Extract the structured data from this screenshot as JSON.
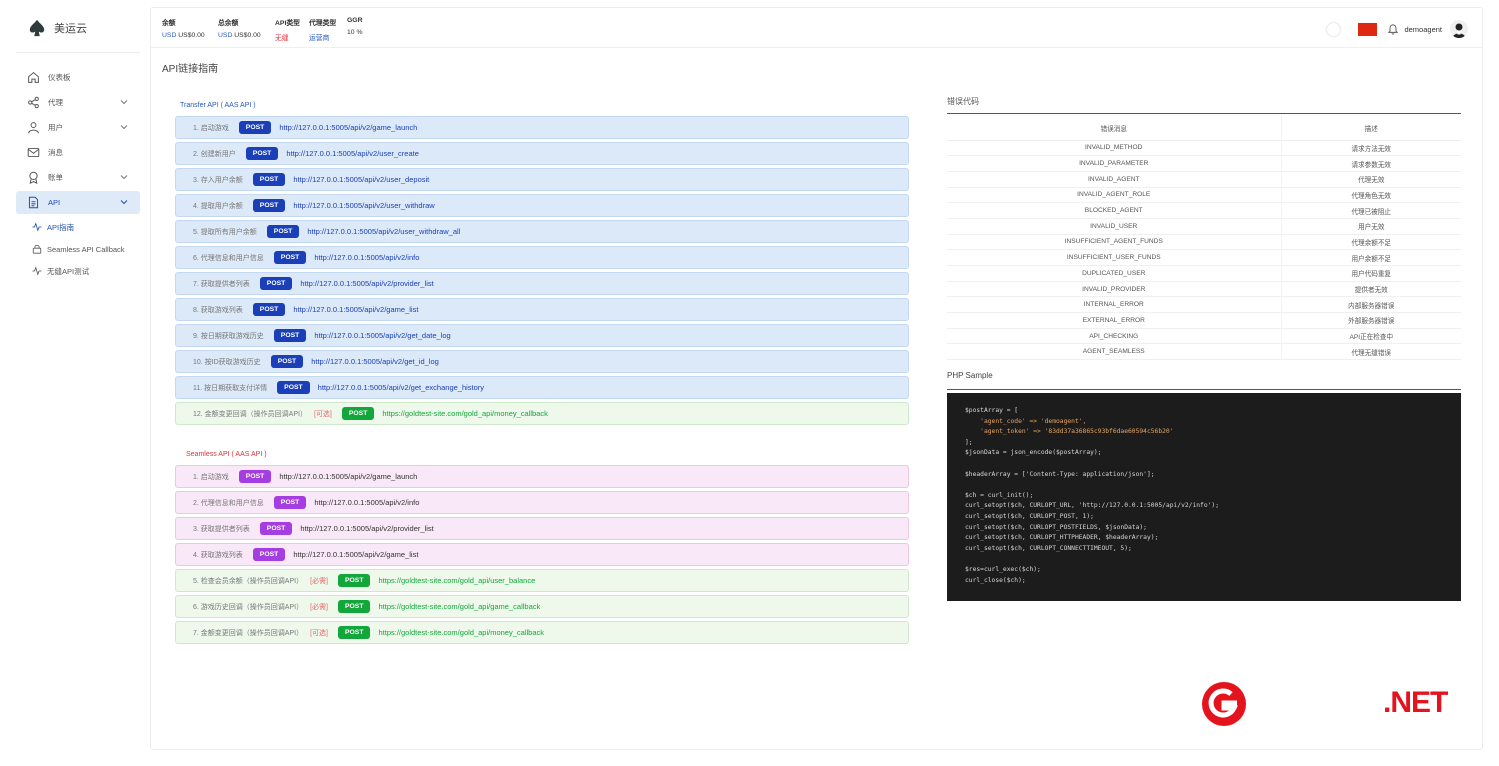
{
  "brand": {
    "name": "美运云"
  },
  "sidebar": {
    "items": [
      {
        "label": "仪表板",
        "icon": "home-icon"
      },
      {
        "label": "代理",
        "icon": "share-icon"
      },
      {
        "label": "用户",
        "icon": "user-icon"
      },
      {
        "label": "消息",
        "icon": "mail-icon"
      },
      {
        "label": "账单",
        "icon": "award-icon"
      },
      {
        "label": "API",
        "icon": "document-icon"
      }
    ],
    "sub_items": [
      {
        "label": "API指南",
        "icon": "activity-icon"
      },
      {
        "label": "Seamless API Callback",
        "icon": "lock-icon"
      },
      {
        "label": "无缝API测试",
        "icon": "activity-icon"
      }
    ]
  },
  "topbar": {
    "balance_label": "余额",
    "balance_currency": "USD",
    "balance_value": "US$0.00",
    "total_label": "总余额",
    "total_currency": "USD",
    "total_value": "US$0.00",
    "api_type_label": "API类型",
    "api_type_value": "无缝",
    "agent_type_label": "代理类型",
    "agent_type_value": "运营商",
    "ggr_label": "GGR",
    "ggr_value": "10 %",
    "username": "demoagent"
  },
  "page": {
    "title": "API链接指南"
  },
  "transfer": {
    "title": "Transfer API ( AAS API )",
    "rows": [
      {
        "label": "1. 启动游戏",
        "method": "POST",
        "url": "http://127.0.0.1:5005/api/v2/game_launch"
      },
      {
        "label": "2. 创建新用户",
        "method": "POST",
        "url": "http://127.0.0.1:5005/api/v2/user_create"
      },
      {
        "label": "3. 存入用户余额",
        "method": "POST",
        "url": "http://127.0.0.1:5005/api/v2/user_deposit"
      },
      {
        "label": "4. 提取用户余额",
        "method": "POST",
        "url": "http://127.0.0.1:5005/api/v2/user_withdraw"
      },
      {
        "label": "5. 提取所有用户余额",
        "method": "POST",
        "url": "http://127.0.0.1:5005/api/v2/user_withdraw_all"
      },
      {
        "label": "6. 代理信息和用户信息",
        "method": "POST",
        "url": "http://127.0.0.1:5005/api/v2/info"
      },
      {
        "label": "7. 获取提供者列表",
        "method": "POST",
        "url": "http://127.0.0.1:5005/api/v2/provider_list"
      },
      {
        "label": "8. 获取游戏列表",
        "method": "POST",
        "url": "http://127.0.0.1:5005/api/v2/game_list"
      },
      {
        "label": "9. 按日期获取游戏历史",
        "method": "POST",
        "url": "http://127.0.0.1:5005/api/v2/get_date_log"
      },
      {
        "label": "10. 按ID获取游戏历史",
        "method": "POST",
        "url": "http://127.0.0.1:5005/api/v2/get_id_log"
      },
      {
        "label": "11. 按日期获取支付详情",
        "method": "POST",
        "url": "http://127.0.0.1:5005/api/v2/get_exchange_history"
      }
    ],
    "callback_rows": [
      {
        "label": "12. 金额变更回调（操作员回调API）",
        "tag": "[可选]",
        "method": "POST",
        "url": "https://goldtest-site.com/gold_api/money_callback"
      }
    ]
  },
  "seamless": {
    "title": "Seamless API ( AAS API )",
    "rows": [
      {
        "label": "1. 启动游戏",
        "method": "POST",
        "url": "http://127.0.0.1:5005/api/v2/game_launch"
      },
      {
        "label": "2. 代理信息和用户信息",
        "method": "POST",
        "url": "http://127.0.0.1:5005/api/v2/info"
      },
      {
        "label": "3. 获取提供者列表",
        "method": "POST",
        "url": "http://127.0.0.1:5005/api/v2/provider_list"
      },
      {
        "label": "4. 获取游戏列表",
        "method": "POST",
        "url": "http://127.0.0.1:5005/api/v2/game_list"
      }
    ],
    "callback_rows": [
      {
        "label": "5. 检查会员余额（操作员回调API）",
        "tag": "[必需]",
        "method": "POST",
        "url": "https://goldtest-site.com/gold_api/user_balance"
      },
      {
        "label": "6. 游戏历史回调（操作员回调API）",
        "tag": "[必需]",
        "method": "POST",
        "url": "https://goldtest-site.com/gold_api/game_callback"
      },
      {
        "label": "7. 金额变更回调（操作员回调API）",
        "tag": "[可选]",
        "method": "POST",
        "url": "https://goldtest-site.com/gold_api/money_callback"
      }
    ]
  },
  "errors": {
    "title": "错误代码",
    "headers": [
      "错误消息",
      "描述"
    ],
    "rows": [
      [
        "INVALID_METHOD",
        "请求方法无效"
      ],
      [
        "INVALID_PARAMETER",
        "请求参数无效"
      ],
      [
        "INVALID_AGENT",
        "代理无效"
      ],
      [
        "INVALID_AGENT_ROLE",
        "代理角色无效"
      ],
      [
        "BLOCKED_AGENT",
        "代理已被阻止"
      ],
      [
        "INVALID_USER",
        "用户无效"
      ],
      [
        "INSUFFICIENT_AGENT_FUNDS",
        "代理余额不足"
      ],
      [
        "INSUFFICIENT_USER_FUNDS",
        "用户余额不足"
      ],
      [
        "DUPLICATED_USER",
        "用户代码重复"
      ],
      [
        "INVALID_PROVIDER",
        "提供者无效"
      ],
      [
        "INTERNAL_ERROR",
        "内部服务器错误"
      ],
      [
        "EXTERNAL_ERROR",
        "外部服务器错误"
      ],
      [
        "API_CHECKING",
        "API正在检查中"
      ],
      [
        "AGENT_SEAMLESS",
        "代理无缝错误"
      ]
    ]
  },
  "php": {
    "title": "PHP Sample",
    "lines": [
      "$postArray = [",
      "    'agent_code' => 'demoagent',",
      "    'agent_token' => '83dd37a36865c93bf6dae60594c56b20'",
      "];",
      "$jsonData = json_encode($postArray);",
      "",
      "$headerArray = ['Content-Type: application/json'];",
      "",
      "$ch = curl_init();",
      "curl_setopt($ch, CURLOPT_URL, 'http://127.0.0.1:5005/api/v2/info');",
      "curl_setopt($ch, CURLOPT_POST, 1);",
      "curl_setopt($ch, CURLOPT_POSTFIELDS, $jsonData);",
      "curl_setopt($ch, CURLOPT_HTTPHEADER, $headerArray);",
      "curl_setopt($ch, CURLOPT_CONNECTTIMEOUT, 5);",
      "",
      "$res=curl_exec($ch);",
      "curl_close($ch);"
    ]
  },
  "watermark": {
    "net": ".NET"
  },
  "colors": {
    "accent": "#1a3fb8",
    "purple": "#a53ee0",
    "green": "#13a63a",
    "red": "#e0313a"
  }
}
